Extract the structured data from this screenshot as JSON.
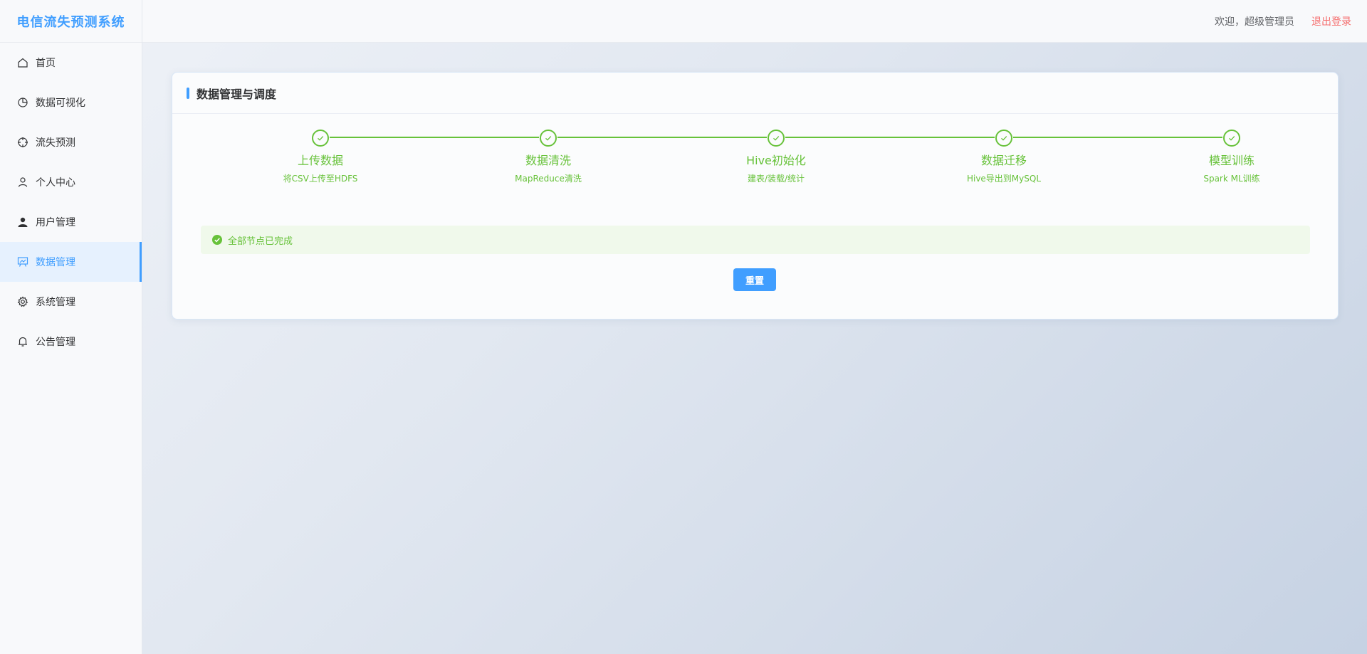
{
  "app": {
    "title": "电信流失预测系统"
  },
  "sidebar": {
    "items": [
      {
        "label": "首页",
        "icon": "home-icon"
      },
      {
        "label": "数据可视化",
        "icon": "pie-chart-icon"
      },
      {
        "label": "流失预测",
        "icon": "aim-icon"
      },
      {
        "label": "个人中心",
        "icon": "user-outline-icon"
      },
      {
        "label": "用户管理",
        "icon": "user-filled-icon"
      },
      {
        "label": "数据管理",
        "icon": "data-board-icon",
        "active": true
      },
      {
        "label": "系统管理",
        "icon": "gear-icon"
      },
      {
        "label": "公告管理",
        "icon": "bell-icon"
      }
    ]
  },
  "header": {
    "welcome": "欢迎，超级管理员",
    "logout": "退出登录"
  },
  "card": {
    "title": "数据管理与调度",
    "steps": [
      {
        "title": "上传数据",
        "desc": "将CSV上传至HDFS",
        "status": "done"
      },
      {
        "title": "数据清洗",
        "desc": "MapReduce清洗",
        "status": "done"
      },
      {
        "title": "Hive初始化",
        "desc": "建表/装载/统计",
        "status": "done"
      },
      {
        "title": "数据迁移",
        "desc": "Hive导出到MySQL",
        "status": "done"
      },
      {
        "title": "模型训练",
        "desc": "Spark ML训练",
        "status": "done"
      }
    ],
    "alert": "全部节点已完成",
    "reset_label": "重置"
  },
  "colors": {
    "primary": "#409eff",
    "success": "#67c23a",
    "danger": "#f56c6c"
  }
}
